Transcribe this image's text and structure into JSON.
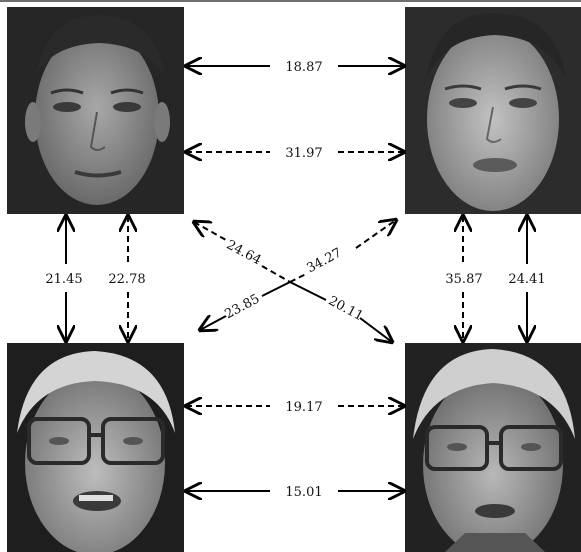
{
  "faces": [
    {
      "id": "top-left",
      "description_icon": "face-photo-young-man"
    },
    {
      "id": "top-right",
      "description_icon": "face-photo-young-man"
    },
    {
      "id": "bottom-left",
      "description_icon": "face-photo-older-man-glasses"
    },
    {
      "id": "bottom-right",
      "description_icon": "face-photo-older-man-glasses"
    }
  ],
  "distances": {
    "top_solid": "18.87",
    "top_dashed": "31.97",
    "left_solid": "21.45",
    "left_dashed": "22.78",
    "right_dashed": "35.87",
    "right_solid": "24.41",
    "bottom_dashed": "19.17",
    "bottom_solid": "15.01",
    "diag_tl": "24.64",
    "diag_tr": "34.27",
    "diag_bl": "23.85",
    "diag_br": "20.11"
  },
  "line_styles": {
    "solid_color": "#000000",
    "dashed_color": "#000000"
  }
}
